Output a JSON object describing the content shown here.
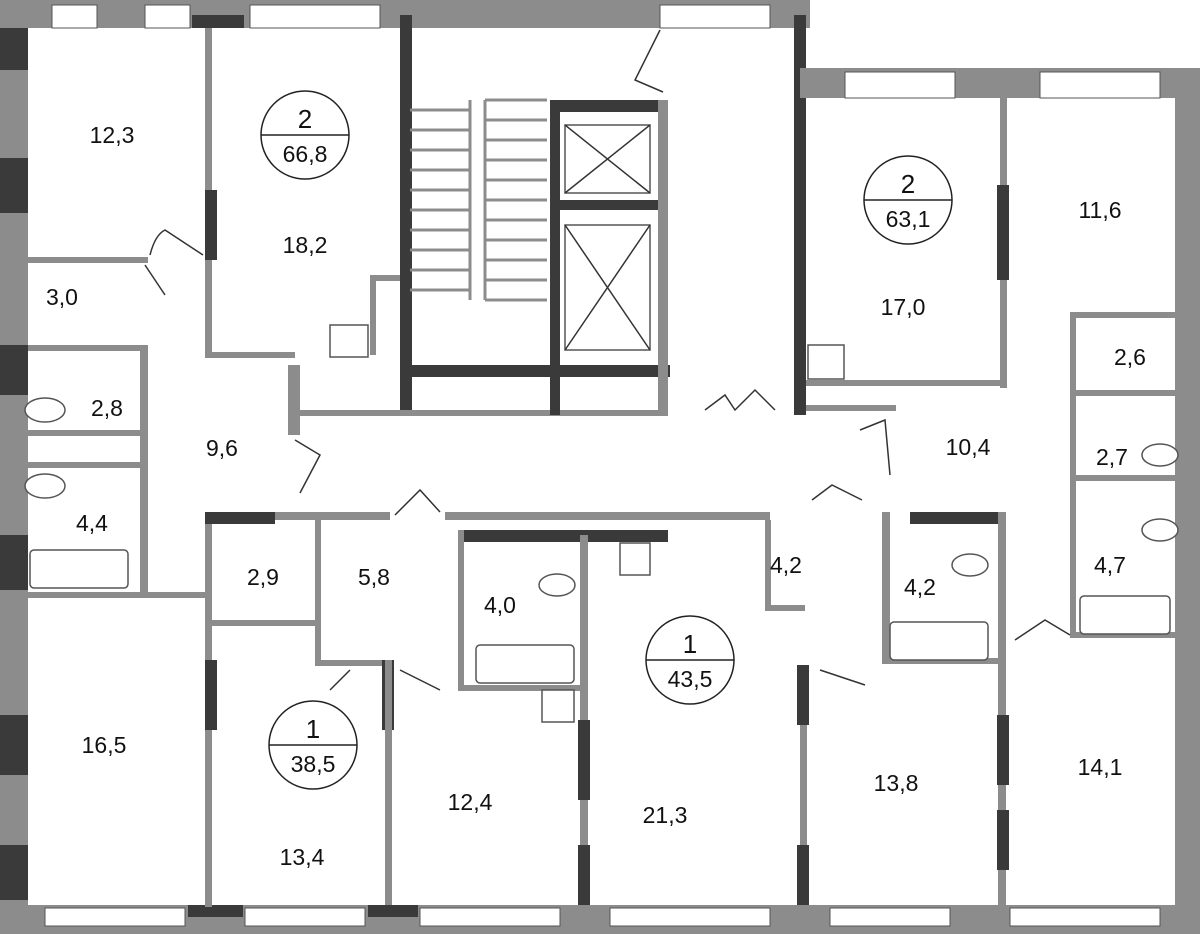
{
  "title": "Floor plan",
  "apartments": [
    {
      "rooms": "2",
      "area": "66,8"
    },
    {
      "rooms": "2",
      "area": "63,1"
    },
    {
      "rooms": "1",
      "area": "38,5"
    },
    {
      "rooms": "1",
      "area": "43,5"
    }
  ],
  "rooms": [
    "12,3",
    "18,2",
    "3,0",
    "2,8",
    "9,6",
    "4,4",
    "2,9",
    "5,8",
    "4,0",
    "16,5",
    "13,4",
    "12,4",
    "21,3",
    "4,2",
    "4,2",
    "13,8",
    "14,1",
    "17,0",
    "11,6",
    "2,6",
    "2,7",
    "10,4",
    "4,7"
  ],
  "colors": {
    "wall_light": "#8c8c8c",
    "wall_dark": "#3a3a3a"
  }
}
